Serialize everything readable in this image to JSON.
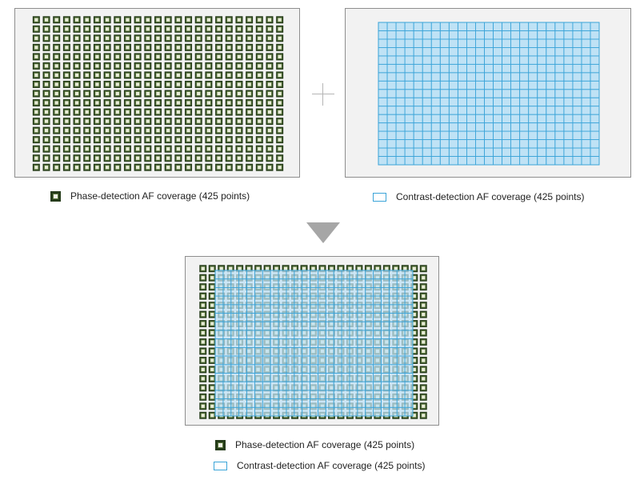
{
  "phase_detection": {
    "legend_label": "Phase-detection AF coverage (425 points)",
    "columns": 25,
    "rows": 17,
    "color_border": "#253b1a",
    "color_inner": "#5d7a3f",
    "color_fill": "#e8ecd8"
  },
  "contrast_detection": {
    "legend_label": "Contrast-detection  AF coverage (425 points)",
    "columns": 25,
    "rows": 17,
    "color_line": "#3ba4d8",
    "color_fill": "#bfe2f5"
  },
  "icons": {
    "plus": "plus-icon",
    "arrow": "down-triangle-icon"
  }
}
